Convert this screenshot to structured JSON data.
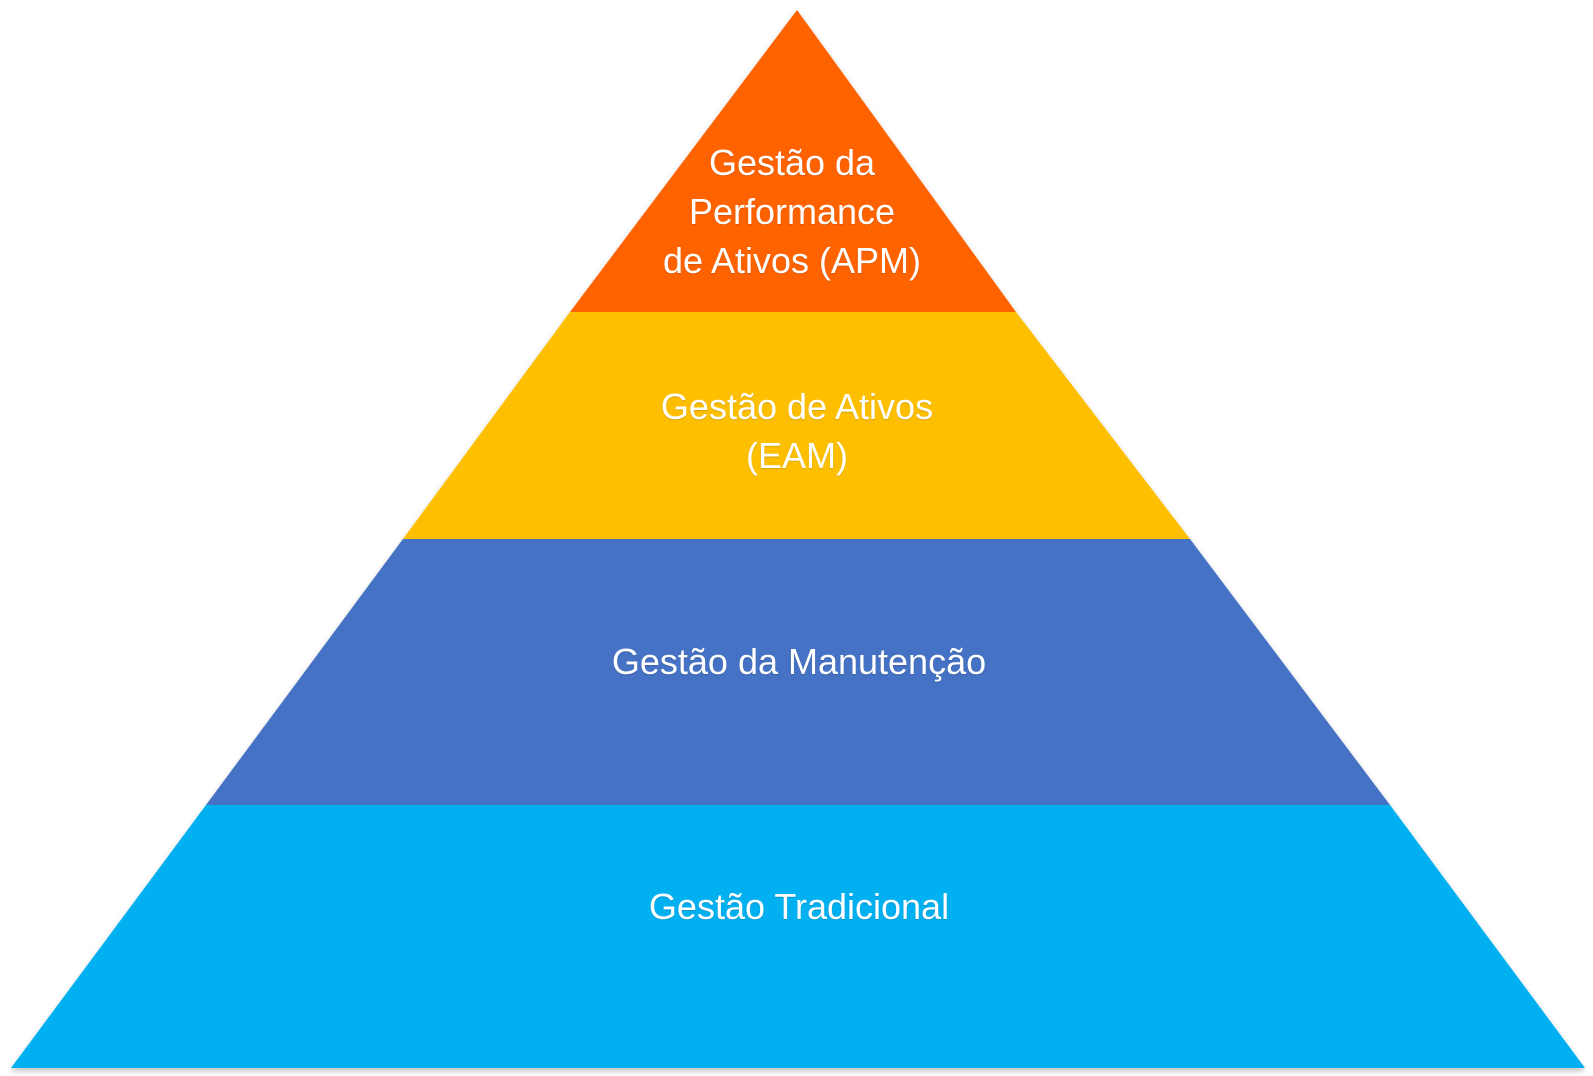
{
  "diagram": {
    "type": "pyramid",
    "layers": [
      {
        "id": "apm",
        "label": "Gestão da\nPerformance\nde Ativos (APM)",
        "color": "#ff6400"
      },
      {
        "id": "eam",
        "label": "Gestão de Ativos\n(EAM)",
        "color": "#fdbf00"
      },
      {
        "id": "manutencao",
        "label": "Gestão da Manutenção",
        "color": "#4472c4"
      },
      {
        "id": "tradicional",
        "label": "Gestão Tradicional",
        "color": "#00b0f0"
      }
    ]
  }
}
